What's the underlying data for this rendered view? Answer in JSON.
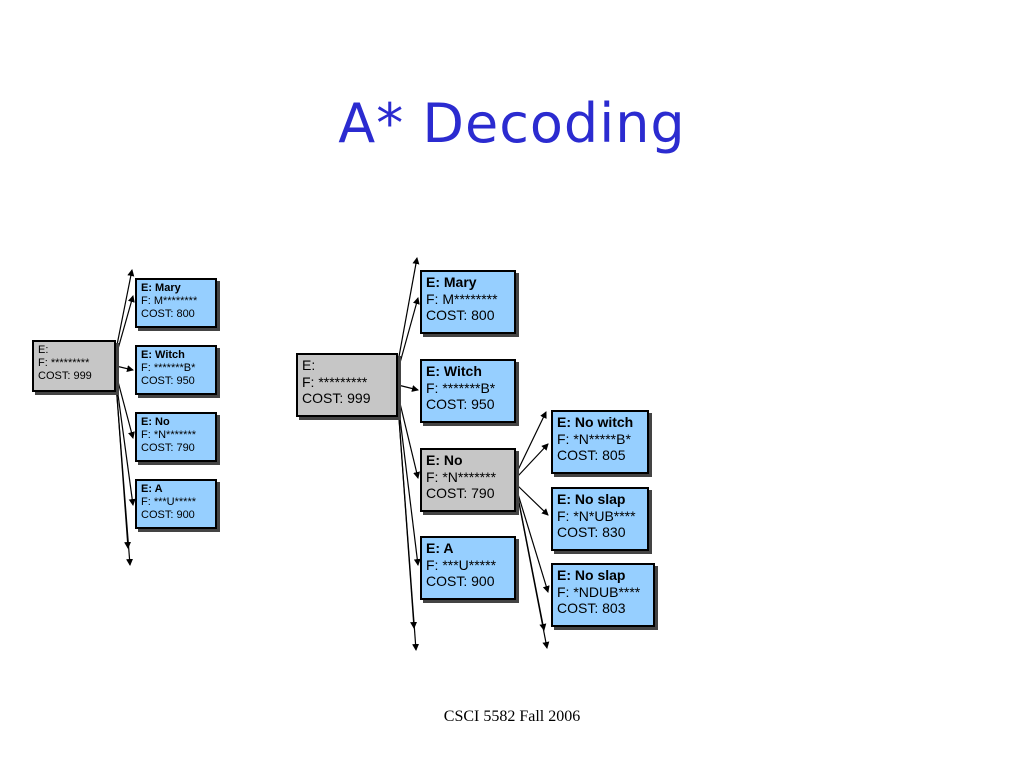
{
  "title": "A* Decoding",
  "footer": "CSCI 5582 Fall 2006",
  "colors": {
    "title": "#2b2bd0",
    "node_hypothesis": "#96cfff",
    "node_expanded": "#c6c6c6"
  },
  "left_tree": {
    "root": {
      "e": "E:",
      "f": "F: *********",
      "cost": "COST: 999"
    },
    "children": [
      {
        "e": "E: Mary",
        "f": "F: M********",
        "cost": "COST: 800"
      },
      {
        "e": "E: Witch",
        "f": "F: *******B*",
        "cost": "COST: 950"
      },
      {
        "e": "E: No",
        "f": "F: *N*******",
        "cost": "COST: 790"
      },
      {
        "e": "E: A",
        "f": "F: ***U*****",
        "cost": "COST: 900"
      }
    ]
  },
  "right_tree": {
    "root": {
      "e": "E:",
      "f": "F: *********",
      "cost": "COST: 999"
    },
    "children": [
      {
        "e": "E: Mary",
        "f": "F: M********",
        "cost": "COST: 800"
      },
      {
        "e": "E: Witch",
        "f": "F: *******B*",
        "cost": "COST: 950"
      },
      {
        "e": "E: No",
        "f": "F: *N*******",
        "cost": "COST: 790"
      },
      {
        "e": "E: A",
        "f": "F: ***U*****",
        "cost": "COST: 900"
      }
    ],
    "grandchildren": [
      {
        "e": "E: No witch",
        "f": "F: *N*****B*",
        "cost": "COST: 805"
      },
      {
        "e": "E: No slap",
        "f": "F: *N*UB****",
        "cost": "COST: 830"
      },
      {
        "e": "E: No slap",
        "f": "F: *NDUB****",
        "cost": "COST: 803"
      }
    ]
  }
}
